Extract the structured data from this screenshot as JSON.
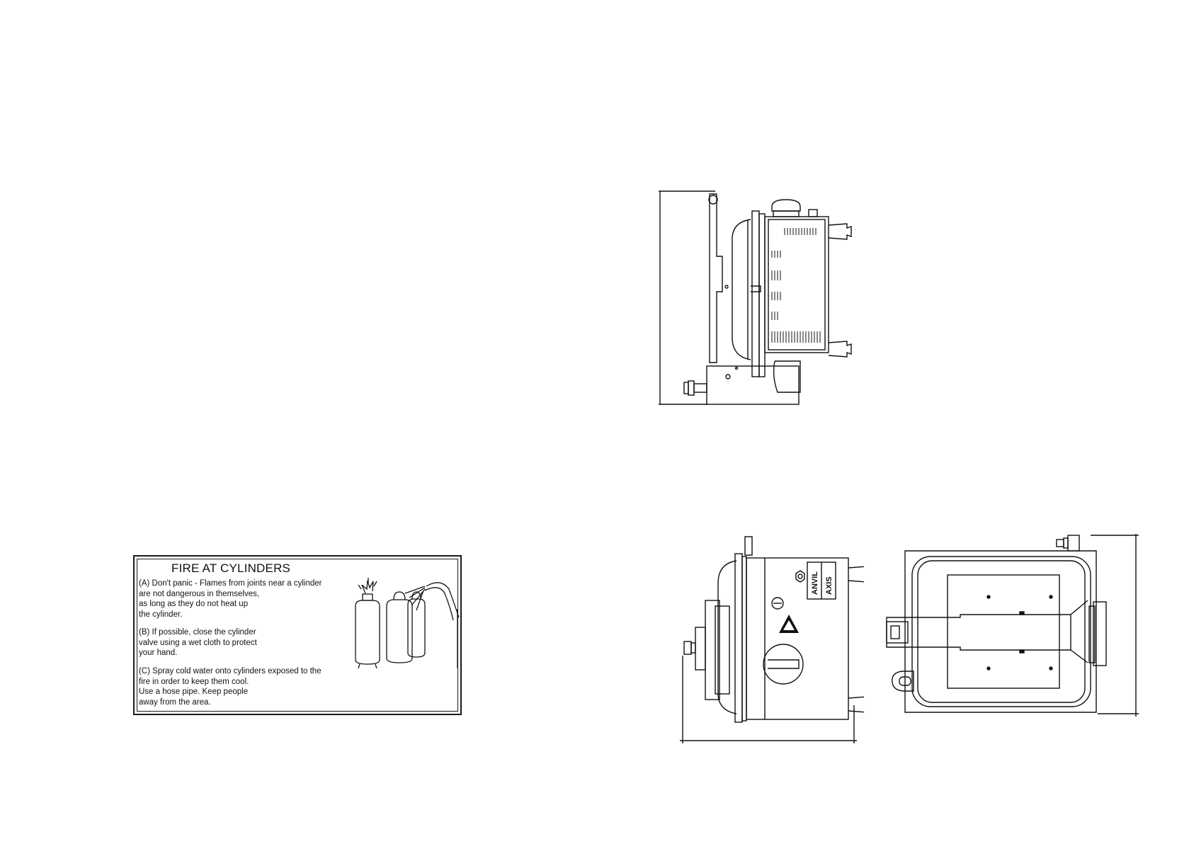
{
  "warning": {
    "title": "FIRE AT CYLINDERS",
    "para_a": "(A) Don't panic - Flames from joints near a cylinder\nare not dangerous in themselves,\nas long as they do not heat up\nthe cylinder.",
    "para_b": "(B) If possible, close the cylinder\nvalve using a wet cloth to protect\nyour hand.",
    "para_c": "(C) Spray cold water onto cylinders exposed to the\nfire in order to keep them cool.\nUse a hose pipe. Keep people\naway from the area."
  },
  "front_panel": {
    "label_1": "ANVIL",
    "label_2": "AXIS"
  },
  "icons": {
    "cylinder_fire": "cylinder-fire-illustration-icon",
    "warning_triangle": "warning-triangle-icon"
  }
}
